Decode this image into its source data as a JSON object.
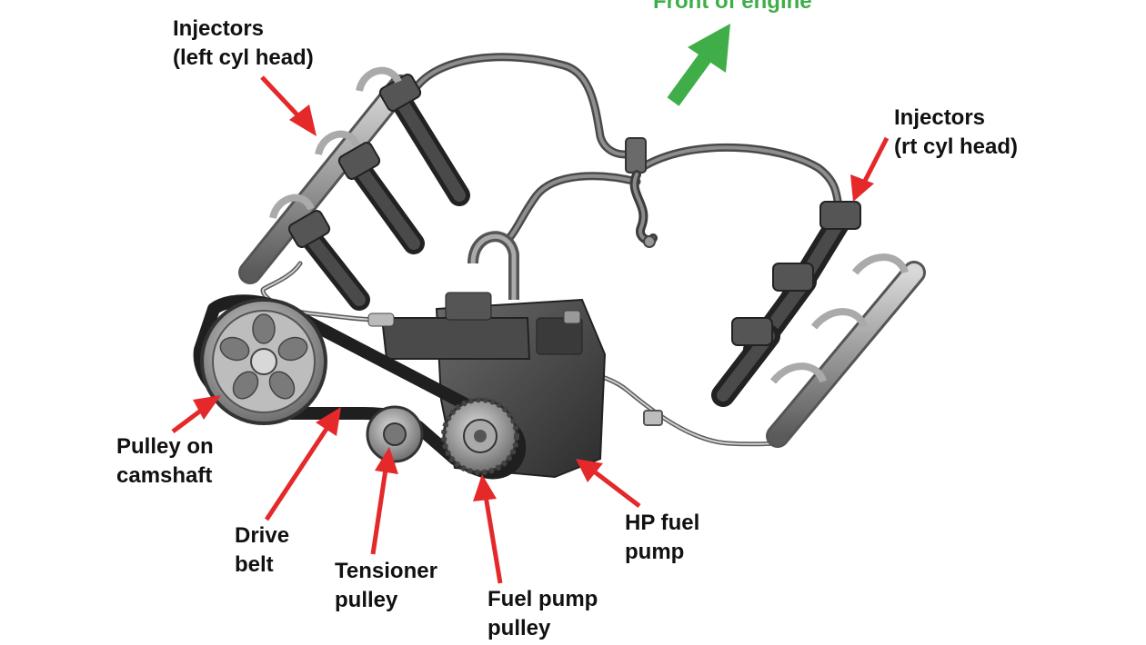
{
  "colors": {
    "arrow_red": "#e5292a",
    "arrow_green": "#3fae49",
    "label_text": "#111111",
    "metal_dark": "#3a3a3a",
    "metal_mid": "#8a8a8a",
    "metal_light": "#c9c9c9"
  },
  "labels": {
    "front_of_engine": "Front of engine",
    "injectors_left": {
      "line1": "Injectors",
      "line2": "(left cyl head)"
    },
    "injectors_right": {
      "line1": "Injectors",
      "line2": "(rt cyl head)"
    },
    "pulley_camshaft": {
      "line1": "Pulley on",
      "line2": "camshaft"
    },
    "drive_belt": {
      "line1": "Drive",
      "line2": "belt"
    },
    "tensioner_pulley": {
      "line1": "Tensioner",
      "line2": "pulley"
    },
    "fuel_pump_pulley": {
      "line1": "Fuel pump",
      "line2": "pulley"
    },
    "hp_fuel_pump": {
      "line1": "HP fuel",
      "line2": "pump"
    }
  }
}
